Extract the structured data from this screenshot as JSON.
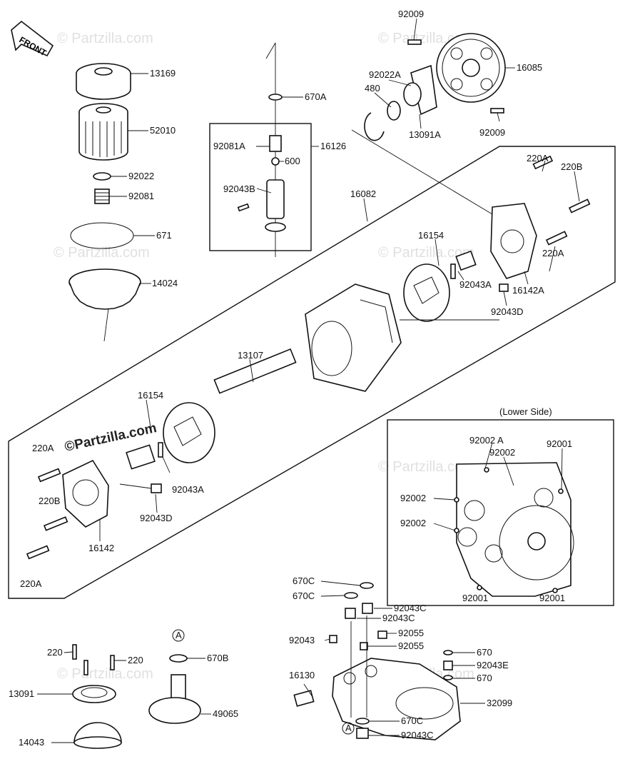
{
  "front_label": "FRONT",
  "lower_side_caption": "(Lower Side)",
  "watermark": "© Partzilla.com",
  "watermark_bold": "©Partzilla.com",
  "circle_a": "A",
  "parts": {
    "p13169": "13169",
    "p52010": "52010",
    "p92022": "92022",
    "p92081": "92081",
    "p671": "671",
    "p14024": "14024",
    "p670A": "670A",
    "p92081A": "92081A",
    "p600": "600",
    "p16126": "16126",
    "p92043B": "92043B",
    "p92009_top": "92009",
    "p92022A": "92022A",
    "p480": "480",
    "p16085": "16085",
    "p13091A": "13091A",
    "p92009_bot": "92009",
    "p220A_top": "220A",
    "p220B_top": "220B",
    "p16082": "16082",
    "p16154_top": "16154",
    "p220A_mid": "220A",
    "p92043A_top": "92043A",
    "p16142A": "16142A",
    "p92043D_top": "92043D",
    "p13107": "13107",
    "p16154_bot": "16154",
    "p220A_left1": "220A",
    "p220B_left": "220B",
    "p92043A_bot": "92043A",
    "p92043D_bot": "92043D",
    "p16142": "16142",
    "p220A_left2": "220A",
    "p92002A": "92002 A",
    "p92002_1": "92002",
    "p92001_1": "92001",
    "p92002_2": "92002",
    "p92002_3": "92002",
    "p92001_2": "92001",
    "p92001_3": "92001",
    "p670C_1": "670C",
    "p670C_2": "670C",
    "p92043C_1": "92043C",
    "p92043C_2": "92043C",
    "p92043": "92043",
    "p92055_1": "92055",
    "p92055_2": "92055",
    "p670_1": "670",
    "p92043E": "92043E",
    "p670_2": "670",
    "p16130": "16130",
    "p32099": "32099",
    "p670C_3": "670C",
    "p92043C_3": "92043C",
    "p220_1": "220",
    "p220_2": "220",
    "p13091": "13091",
    "p670B": "670B",
    "p49065": "49065",
    "p14043": "14043"
  }
}
